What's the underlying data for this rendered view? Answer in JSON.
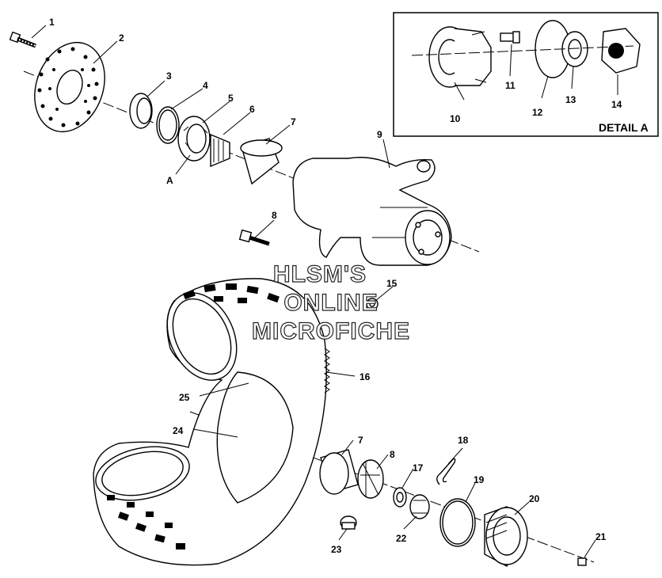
{
  "diagram": {
    "callouts": [
      "1",
      "2",
      "3",
      "4",
      "5",
      "6",
      "7",
      "8",
      "9",
      "10",
      "11",
      "12",
      "13",
      "14",
      "15",
      "16",
      "17",
      "18",
      "19",
      "20",
      "21",
      "22",
      "23",
      "24",
      "25"
    ],
    "callout_a": "A",
    "detail_title": "DETAIL A",
    "watermark": [
      "HLSM'S",
      "ONLINE",
      "MICROFICHE"
    ]
  }
}
